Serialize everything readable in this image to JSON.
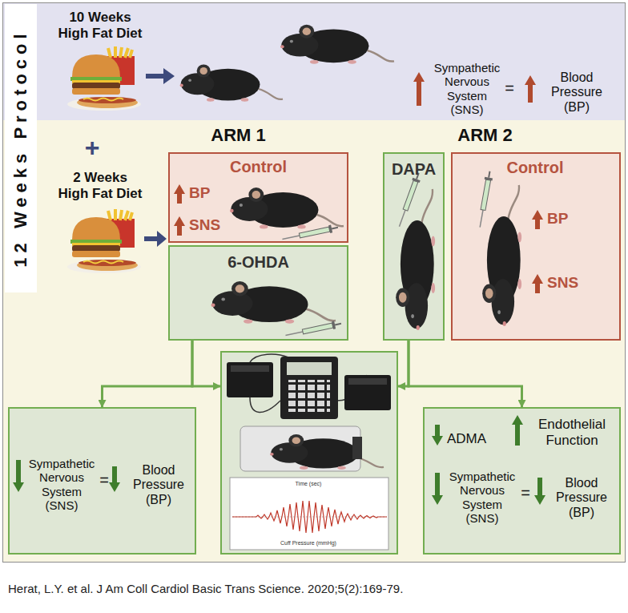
{
  "diagram": {
    "caption": "Herat, L.Y. et al. J Am Coll Cardiol Basic Trans Science. 2020;5(2):169-79.",
    "nodes": [
      {
        "text": [
          "10 Weeks High Fat Diet",
          "Sympathetic Nervous System (SNS)",
          "=",
          "Blood Pressure (BP)"
        ]
      },
      {
        "text": [
          "+",
          "2 Weeks High Fat Diet",
          "ARM 1",
          "ARM 2"
        ]
      },
      {
        "text": [
          "Control",
          "BP",
          "SNS"
        ],
        "in": 1
      },
      {
        "text": [
          "6-OHDA"
        ],
        "in": 1
      },
      {
        "text": [
          "DAPA"
        ],
        "in": 1
      },
      {
        "text": [
          "Control",
          "BP",
          "SNS"
        ],
        "in": 1
      },
      {
        "text": [
          "Sympathetic Nervous System (SNS)",
          "=",
          "Blood Pressure (BP)"
        ],
        "in": 1
      },
      {
        "text": [
          "Time (sec)",
          "Cuff Pressure (mmHg)"
        ],
        "in": 1
      },
      {
        "text": [
          "ADMA",
          "Endothelial Function",
          "Sympathetic Nervous System (SNS)",
          "=",
          "Blood Pressure (BP)"
        ],
        "in": 1
      }
    ],
    "edges": [
      {
        "from": 3,
        "to": 6,
        "arrow": "to"
      },
      {
        "from": 3,
        "to": 7,
        "arrow": "to"
      },
      {
        "from": 4,
        "to": 7,
        "arrow": "to"
      },
      {
        "from": 4,
        "to": 8,
        "arrow": "to"
      }
    ],
    "labels": [
      "12 Weeks Protocol"
    ]
  }
}
